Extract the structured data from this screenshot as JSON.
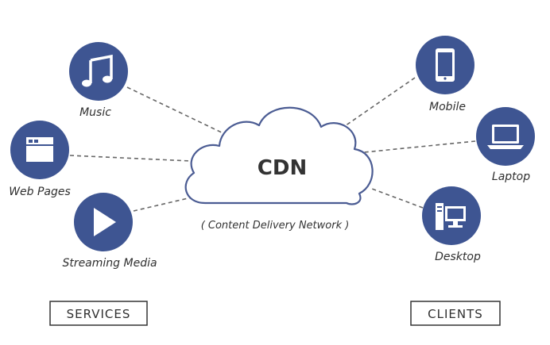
{
  "colors": {
    "node_fill": "#3e5592",
    "icon_color": "#ffffff",
    "cloud_stroke": "#4b5c93",
    "line_color": "#666666"
  },
  "cdn": {
    "title": "CDN",
    "subtitle": "( Content Delivery Network )"
  },
  "services": {
    "box_label": "SERVICES",
    "items": [
      {
        "label": "Music",
        "icon": "music-note-icon"
      },
      {
        "label": "Web Pages",
        "icon": "browser-window-icon"
      },
      {
        "label": "Streaming Media",
        "icon": "play-icon"
      }
    ]
  },
  "clients": {
    "box_label": "CLIENTS",
    "items": [
      {
        "label": "Mobile",
        "icon": "mobile-phone-icon"
      },
      {
        "label": "Laptop",
        "icon": "laptop-icon"
      },
      {
        "label": "Desktop",
        "icon": "desktop-computer-icon"
      }
    ]
  }
}
